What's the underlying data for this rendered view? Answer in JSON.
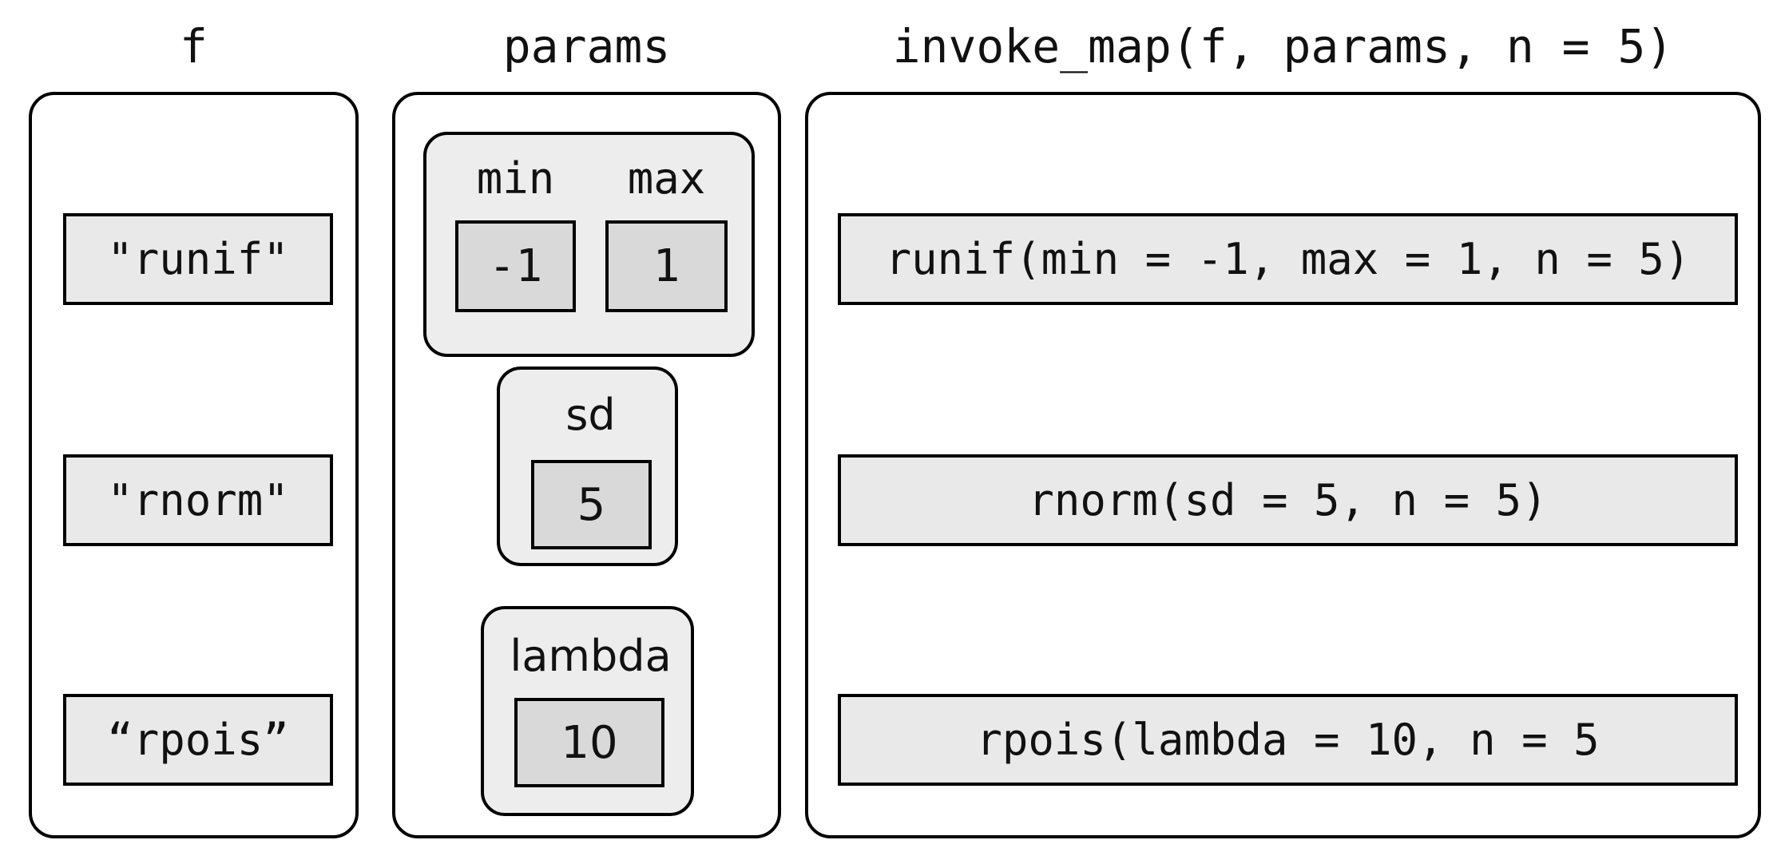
{
  "diagram": {
    "f_column": {
      "label": "f",
      "items": [
        "\"runif\"",
        "\"rnorm\"",
        "“rpois”"
      ]
    },
    "params_column": {
      "label": "params",
      "minmax_group": {
        "min_label": "min",
        "min_value": "-1",
        "max_label": "max",
        "max_value": "1"
      },
      "sd_group": {
        "label": "sd",
        "value": "5"
      },
      "lambda_group": {
        "label": "lambda",
        "value": "10"
      }
    },
    "invoke_column": {
      "label": "invoke_map(f, params, n = 5)",
      "results": [
        "runif(min = -1, max = 1, n = 5)",
        "rnorm(sd = 5, n = 5)",
        "rpois(lambda = 10, n = 5"
      ]
    }
  },
  "colors": {
    "background": "#ffffff",
    "border": "#000000",
    "row_box_fill": "#e9e9e9",
    "group_fill": "#ededed",
    "value_box_fill": "#d9d9d9",
    "text": "#111111"
  }
}
